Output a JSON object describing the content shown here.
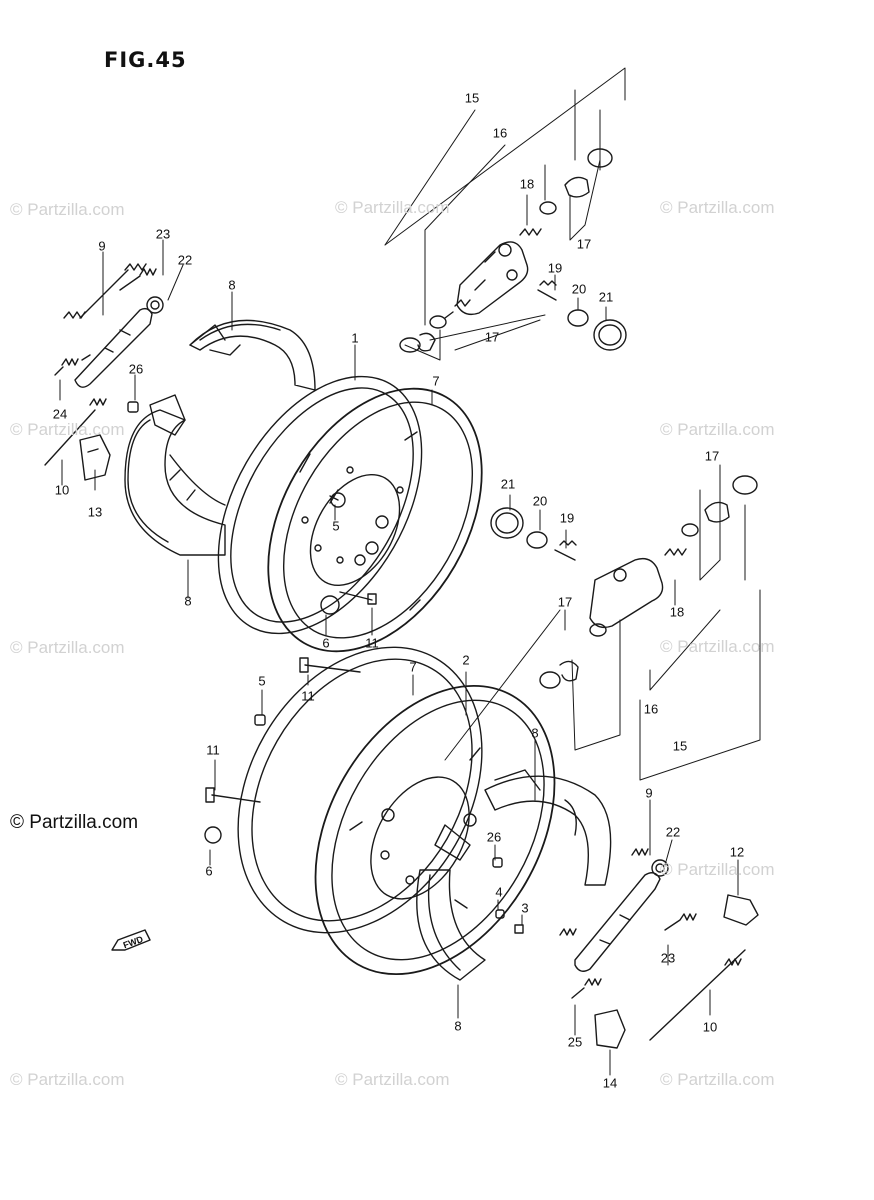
{
  "figure": {
    "title": "FIG.45"
  },
  "watermark": {
    "text": "© Partzilla.com"
  },
  "fwd_label": "FWD",
  "callouts": [
    {
      "id": "c15a",
      "text": "15"
    },
    {
      "id": "c16a",
      "text": "16"
    },
    {
      "id": "c18a",
      "text": "18"
    },
    {
      "id": "c17a",
      "text": "17"
    },
    {
      "id": "c19a",
      "text": "19"
    },
    {
      "id": "c20a",
      "text": "20"
    },
    {
      "id": "c21a",
      "text": "21"
    },
    {
      "id": "c17b",
      "text": "17"
    },
    {
      "id": "c9a",
      "text": "9"
    },
    {
      "id": "c23a",
      "text": "23"
    },
    {
      "id": "c22a",
      "text": "22"
    },
    {
      "id": "c8a",
      "text": "8"
    },
    {
      "id": "c1",
      "text": "1"
    },
    {
      "id": "c7a",
      "text": "7"
    },
    {
      "id": "c26a",
      "text": "26"
    },
    {
      "id": "c24",
      "text": "24"
    },
    {
      "id": "c10a",
      "text": "10"
    },
    {
      "id": "c13",
      "text": "13"
    },
    {
      "id": "c5a",
      "text": "5"
    },
    {
      "id": "c8b",
      "text": "8"
    },
    {
      "id": "c6a",
      "text": "6"
    },
    {
      "id": "c11a",
      "text": "11"
    },
    {
      "id": "c17c",
      "text": "17"
    },
    {
      "id": "c21b",
      "text": "21"
    },
    {
      "id": "c20b",
      "text": "20"
    },
    {
      "id": "c19b",
      "text": "19"
    },
    {
      "id": "c18b",
      "text": "18"
    },
    {
      "id": "c17d",
      "text": "17"
    },
    {
      "id": "c16b",
      "text": "16"
    },
    {
      "id": "c15b",
      "text": "15"
    },
    {
      "id": "c7b",
      "text": "7"
    },
    {
      "id": "c2",
      "text": "2"
    },
    {
      "id": "c5b",
      "text": "5"
    },
    {
      "id": "c11b",
      "text": "11"
    },
    {
      "id": "c11c",
      "text": "11"
    },
    {
      "id": "c8c",
      "text": "8"
    },
    {
      "id": "c9b",
      "text": "9"
    },
    {
      "id": "c22b",
      "text": "22"
    },
    {
      "id": "c12",
      "text": "12"
    },
    {
      "id": "c26b",
      "text": "26"
    },
    {
      "id": "c4",
      "text": "4"
    },
    {
      "id": "c3",
      "text": "3"
    },
    {
      "id": "c6b",
      "text": "6"
    },
    {
      "id": "c23b",
      "text": "23"
    },
    {
      "id": "c10b",
      "text": "10"
    },
    {
      "id": "c25",
      "text": "25"
    },
    {
      "id": "c8d",
      "text": "8"
    },
    {
      "id": "c14",
      "text": "14"
    }
  ]
}
